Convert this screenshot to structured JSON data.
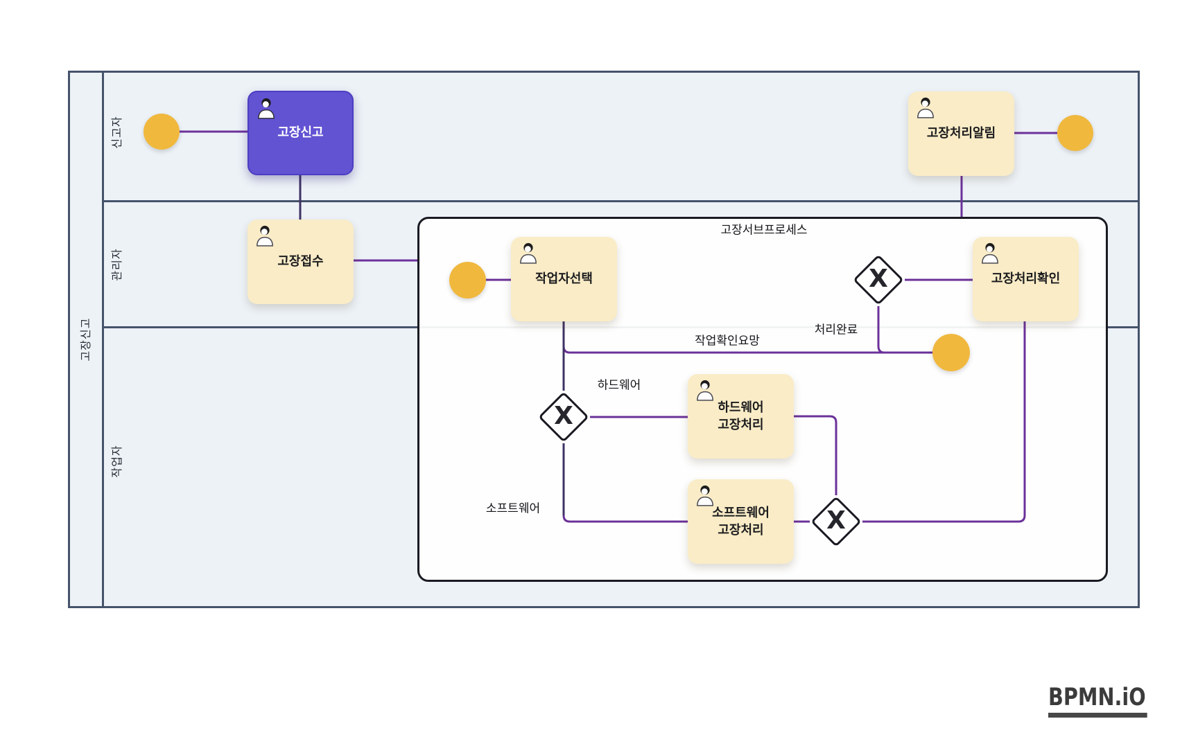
{
  "pool": {
    "label": "고장신고"
  },
  "lanes": [
    {
      "label": "신고자"
    },
    {
      "label": "관리자"
    },
    {
      "label": "작업자"
    }
  ],
  "subprocess": {
    "title": "고장서브프로세스"
  },
  "tasks": {
    "report": {
      "label": "고장신고"
    },
    "receive": {
      "label": "고장접수"
    },
    "select_worker": {
      "label": "작업자선택"
    },
    "hardware_fix": {
      "label": "하드웨어\n고장처리"
    },
    "software_fix": {
      "label": "소프트웨어\n고장처리"
    },
    "confirm_fix": {
      "label": "고장처리확인"
    },
    "notify": {
      "label": "고장처리알림"
    }
  },
  "gateways": {
    "mark": "X"
  },
  "flow_labels": {
    "work_confirm_request": "작업확인요망",
    "processing_done": "처리완료",
    "hardware": "하드웨어",
    "software": "소프트웨어"
  },
  "logo": {
    "text": "BPMN.iO"
  },
  "colors": {
    "lane_background": "#edf2f7",
    "pool_border": "#45536b",
    "subprocess_border": "#1a1a22",
    "task_fill": "#f9ecc7",
    "accent_task_fill": "#6253d3",
    "event_fill": "#f0b83d",
    "flow": "#6b3199",
    "flow_dark": "#3f3364"
  }
}
